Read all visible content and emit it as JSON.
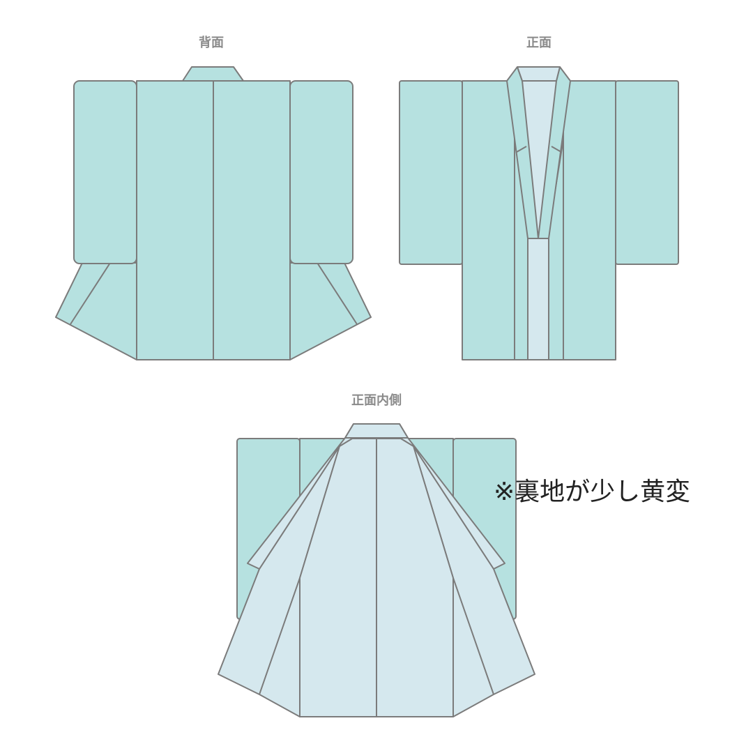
{
  "labels": {
    "back": "背面",
    "front": "正面",
    "inner": "正面内側"
  },
  "note": "※裏地が少し黄変",
  "colors": {
    "outer": "#b6e1e0",
    "lining": "#d5e8ee",
    "stroke": "#7b7b7b"
  }
}
